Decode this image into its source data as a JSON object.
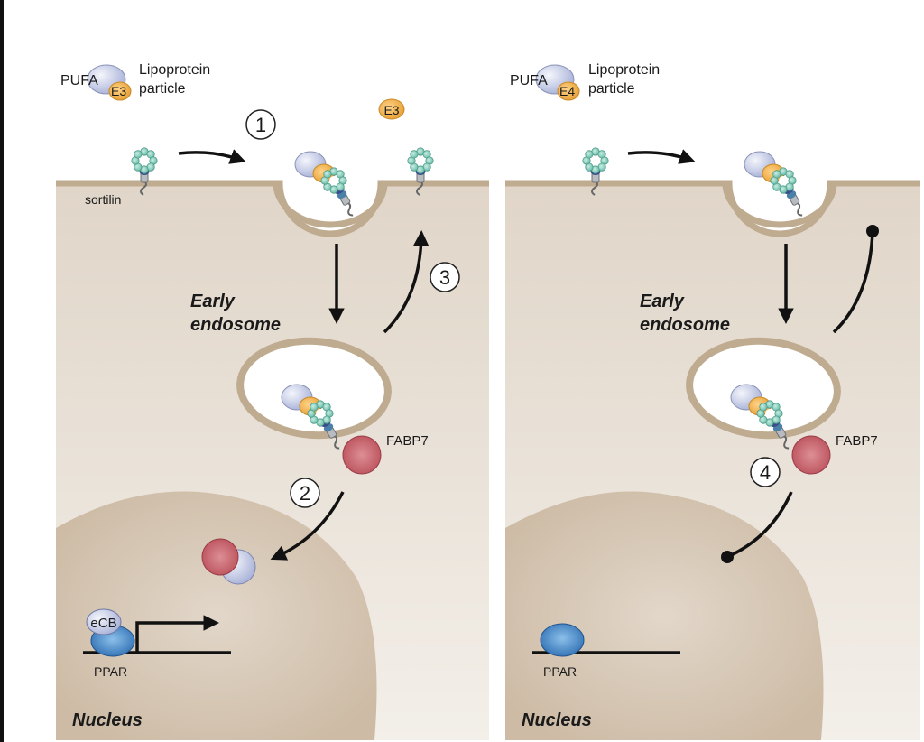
{
  "panels": [
    {
      "id": "apoe3",
      "legend": {
        "pufa": "PUFA",
        "apoe": "E3",
        "particle_line1": "Lipoprotein",
        "particle_line2": "particle"
      },
      "receptor_label": "sortilin",
      "released_apoe": "E3",
      "compartment_line1": "Early",
      "compartment_line2": "endosome",
      "fabp_label": "FABP7",
      "ppar_label": "PPAR",
      "ligand_label": "eCB",
      "nucleus_label": "Nucleus",
      "steps": [
        "1",
        "2",
        "3"
      ],
      "recycling": "arrow",
      "nuclear_transport": "arrow",
      "transcription": "active"
    },
    {
      "id": "apoe4",
      "legend": {
        "pufa": "PUFA",
        "apoe": "E4",
        "particle_line1": "Lipoprotein",
        "particle_line2": "particle"
      },
      "compartment_line1": "Early",
      "compartment_line2": "endosome",
      "fabp_label": "FABP7",
      "ppar_label": "PPAR",
      "nucleus_label": "Nucleus",
      "steps": [
        "4"
      ],
      "recycling": "blocked",
      "nuclear_transport": "blocked",
      "transcription": "inactive"
    }
  ],
  "colors": {
    "cytoplasm": "#e3d9ce",
    "membrane": "#bfab8f",
    "nucleus": "#d4c4b0",
    "pufa": "#c7cde6",
    "apoe": "#f3b24a",
    "sortilin": "#8fd1c0",
    "fabp7": "#c8616b",
    "ppar": "#3d85c6",
    "ecb": "#c7cde6",
    "arrow": "#111111"
  }
}
